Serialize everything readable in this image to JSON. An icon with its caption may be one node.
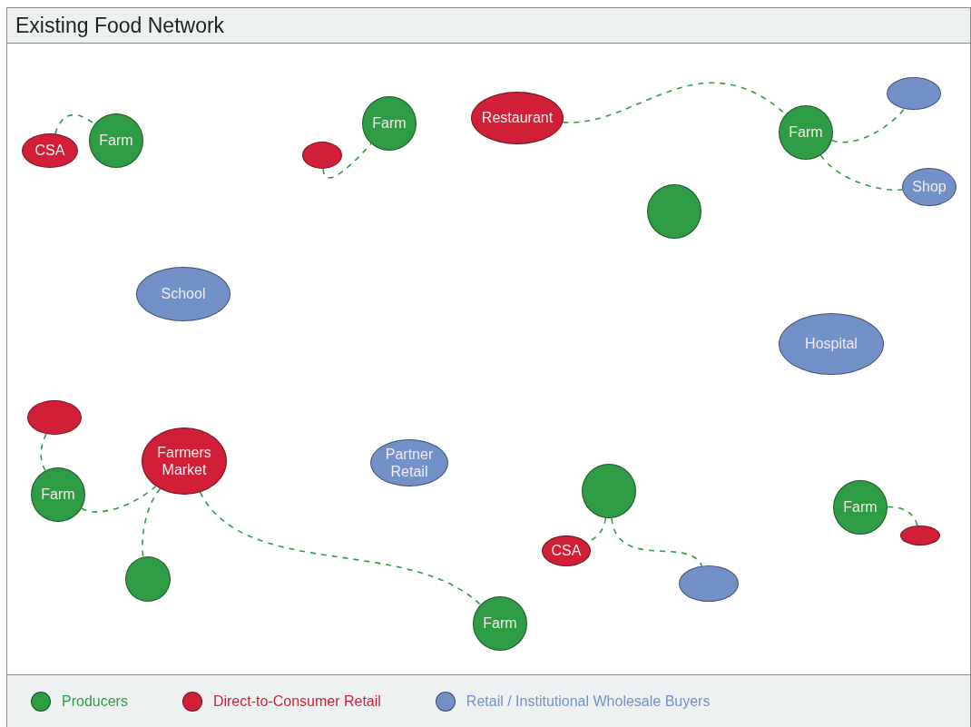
{
  "diagram": {
    "title": "Existing Food Network",
    "nodes": [
      {
        "text": [
          "CSA"
        ]
      },
      {
        "text": [
          "Farm"
        ]
      },
      {
        "text": [],
        "shape": "circle"
      },
      {
        "text": [
          "Farm"
        ]
      },
      {
        "text": [
          "Restaurant"
        ]
      },
      {
        "text": [
          "Farm"
        ]
      },
      {
        "text": [],
        "shape": "circle"
      },
      {
        "text": [
          "Shop"
        ]
      },
      {
        "text": [],
        "shape": "circle"
      },
      {
        "text": [
          "School"
        ]
      },
      {
        "text": [
          "Hospital"
        ]
      },
      {
        "text": [],
        "shape": "circle"
      },
      {
        "text": [
          "Farmers Market"
        ]
      },
      {
        "text": [
          "Partner Retail"
        ]
      },
      {
        "text": [
          "Farm"
        ]
      },
      {
        "text": [],
        "shape": "circle"
      },
      {
        "text": [
          "CSA"
        ]
      },
      {
        "text": [
          "Farm"
        ]
      },
      {
        "text": [],
        "shape": "circle"
      },
      {
        "text": [],
        "shape": "circle"
      },
      {
        "text": [],
        "shape": "circle"
      },
      {
        "text": [
          "Farm"
        ]
      }
    ],
    "edges": [
      {
        "from": 0,
        "to": 1,
        "arrow": "none"
      },
      {
        "from": 2,
        "to": 3,
        "arrow": "none"
      },
      {
        "from": 4,
        "to": 5,
        "arrow": "none"
      },
      {
        "from": 5,
        "to": 6,
        "arrow": "none"
      },
      {
        "from": 5,
        "to": 7,
        "arrow": "none"
      },
      {
        "from": 11,
        "to": 14,
        "arrow": "none"
      },
      {
        "from": 14,
        "to": 12,
        "arrow": "none"
      },
      {
        "from": 12,
        "to": 19,
        "arrow": "none"
      },
      {
        "from": 12,
        "to": 21,
        "arrow": "none"
      },
      {
        "from": 15,
        "to": 16,
        "arrow": "none"
      },
      {
        "from": 15,
        "to": 20,
        "arrow": "none"
      },
      {
        "from": 17,
        "to": 18,
        "arrow": "none"
      }
    ],
    "legend": [
      {
        "text": "Producers",
        "color": "#2e9b45"
      },
      {
        "text": "Direct-to-Consumer Retail",
        "color": "#d01f37"
      },
      {
        "text": "Retail / Institutional Wholesale Buyers",
        "color": "#7291c9"
      }
    ]
  }
}
